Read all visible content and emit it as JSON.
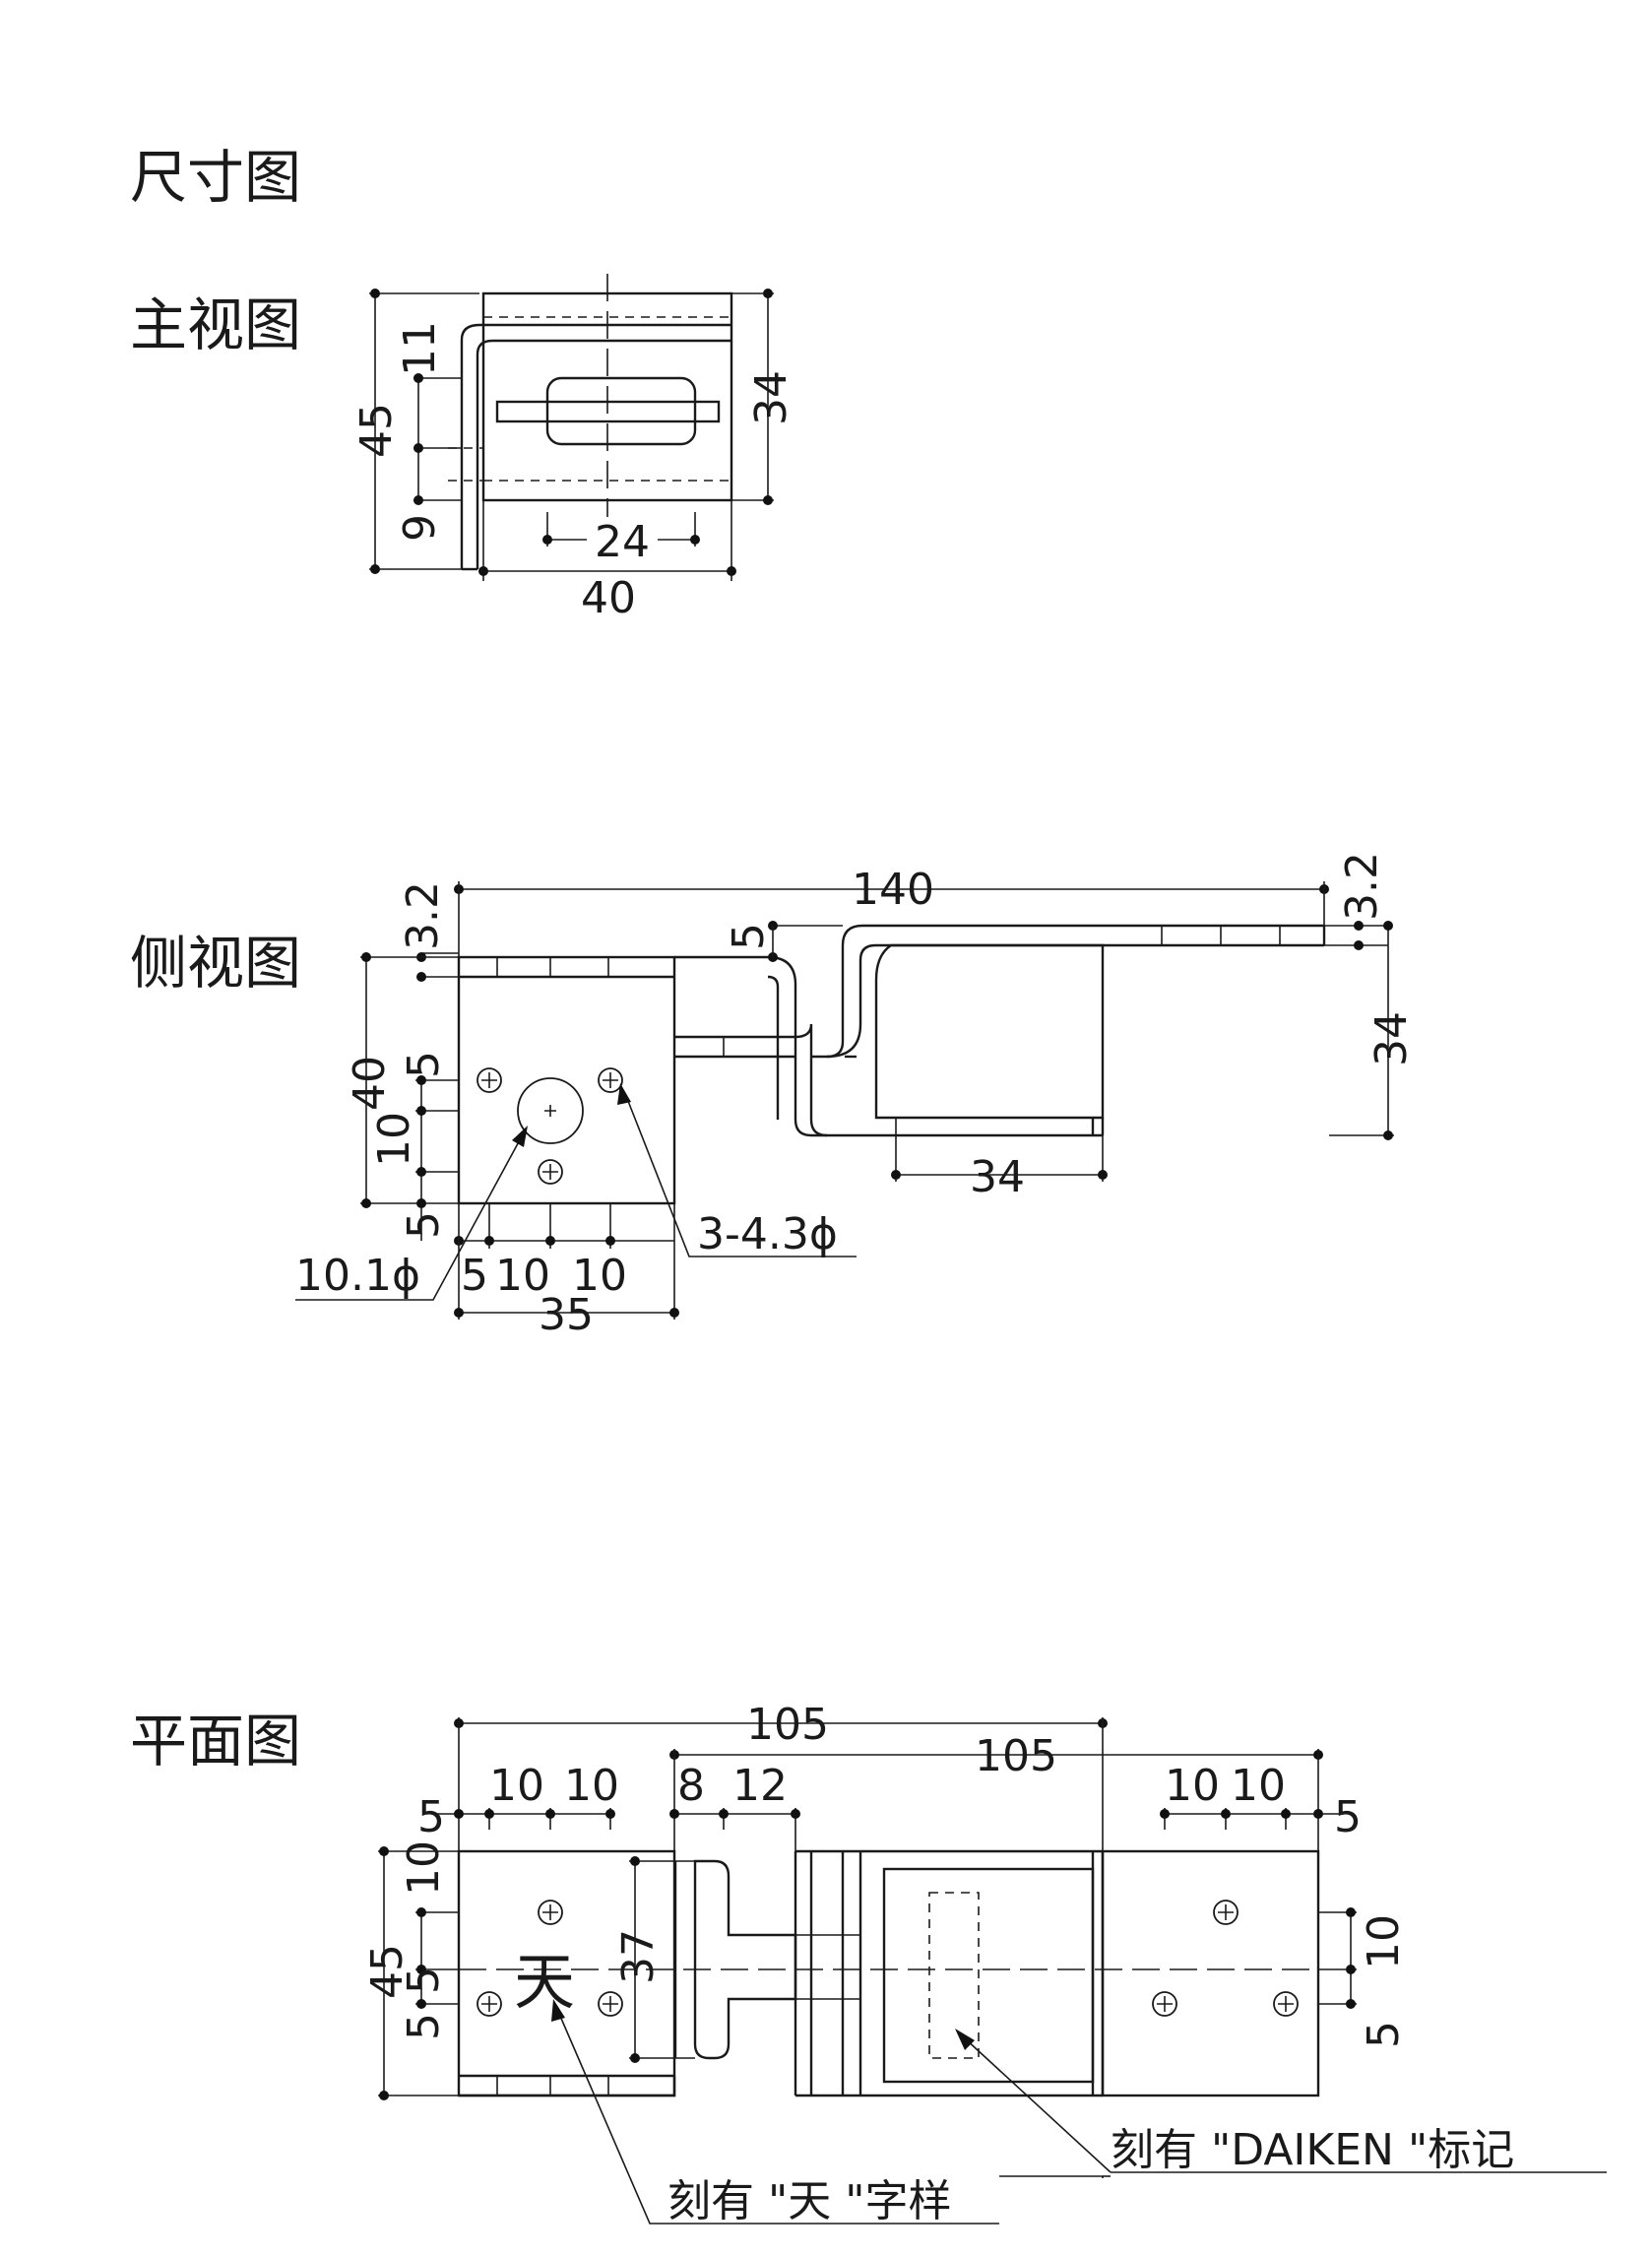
{
  "page_title": "尺寸图",
  "front_view": {
    "title": "主视图",
    "dims": {
      "top_gap": "11",
      "total_height": "45",
      "bottom_gap": "9",
      "body_height": "34",
      "slot_width": "24",
      "total_width": "40"
    }
  },
  "side_view": {
    "title": "侧视图",
    "dims": {
      "thickness_left": "3.2",
      "length": "140",
      "thickness_right": "3.2",
      "offset": "5",
      "height": "40",
      "top_margin": "5",
      "hole_pitch_v": "10",
      "bottom_margin": "5",
      "wood_height": "34",
      "wood_width": "34",
      "hole_x1": "5",
      "hole_x2": "10",
      "hole_x3": "10",
      "width": "35",
      "large_hole": "10.1ϕ",
      "small_holes": "3-4.3ϕ"
    }
  },
  "plan_view": {
    "title": "平面图",
    "dims": {
      "overall_left": "105",
      "overall_right": "105",
      "left_margin": "5",
      "left_pitch1": "10",
      "left_pitch2": "10",
      "mid_pitch1": "8",
      "mid_pitch2": "12",
      "right_pitch1": "10",
      "right_pitch2": "10",
      "right_margin": "5",
      "width": "45",
      "top_offset": "10",
      "centre_offset": "5",
      "bottom_offset": "5",
      "slot_length": "37",
      "right_top": "10",
      "right_bottom": "5"
    },
    "engraving_char": "天",
    "note_tian": "刻有 \"天 \"字样",
    "note_daiken": "刻有 \"DAIKEN \"标记"
  }
}
